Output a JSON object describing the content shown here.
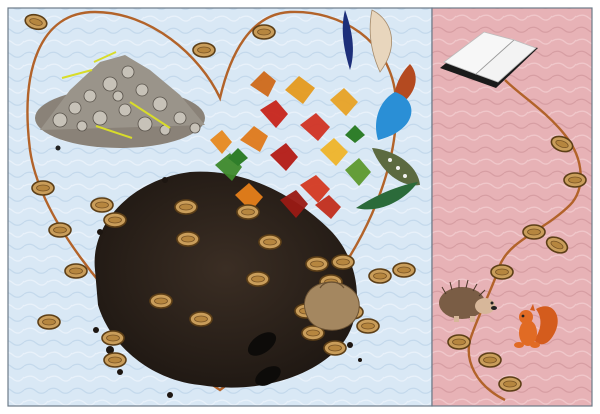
{
  "scene": {
    "left_panel": {
      "background": "#d8e7f4",
      "path_color": "#b0642a",
      "soil_color": "#2e241d",
      "stones_label": "stones-pile",
      "leaves_label": "autumn-leaves-pile",
      "feathers_label": "feathers-bundle"
    },
    "right_panel": {
      "background": "#e8b4b8",
      "path_color": "#b0642a",
      "book_label": "bible-icon",
      "hedgehog_label": "hedgehog-icon",
      "squirrel_label": "squirrel-icon"
    },
    "seed_color": "#c89a55",
    "seed_stroke": "#6b4a1f"
  }
}
